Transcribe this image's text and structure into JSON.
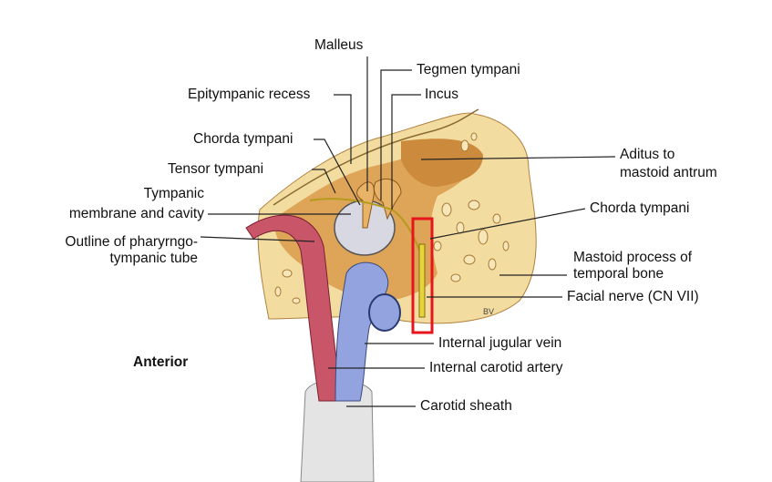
{
  "labels": {
    "malleus": "Malleus",
    "tegmen_tympani": "Tegmen tympani",
    "epitympanic_recess": "Epitympanic recess",
    "incus": "Incus",
    "chorda_tympani_left": "Chorda tympani",
    "tensor_tympani": "Tensor tympani",
    "tympanic_membrane_line1": "Tympanic",
    "tympanic_membrane_line2": "membrane and cavity",
    "pharyngotympanic_line1": "Outline of pharyrngo-",
    "pharyngotympanic_line2": "tympanic tube",
    "aditus_line1": "Aditus to",
    "aditus_line2": "mastoid antrum",
    "chorda_tympani_right": "Chorda tympani",
    "mastoid_line1": "Mastoid process of",
    "mastoid_line2": "temporal bone",
    "facial_nerve": "Facial nerve (CN VII)",
    "internal_jugular_vein": "Internal jugular vein",
    "internal_carotid_artery": "Internal carotid artery",
    "carotid_sheath": "Carotid sheath",
    "anterior": "Anterior"
  },
  "signature": "BV",
  "colors": {
    "bone": "#f3dca0",
    "bone_dark": "#d99a4a",
    "vein": "#93a3df",
    "artery": "#c85668",
    "nerve": "#e8d43a",
    "highlight": "#e8141c",
    "membrane": "#d8d8e2",
    "sheath": "#e4e4e4"
  }
}
